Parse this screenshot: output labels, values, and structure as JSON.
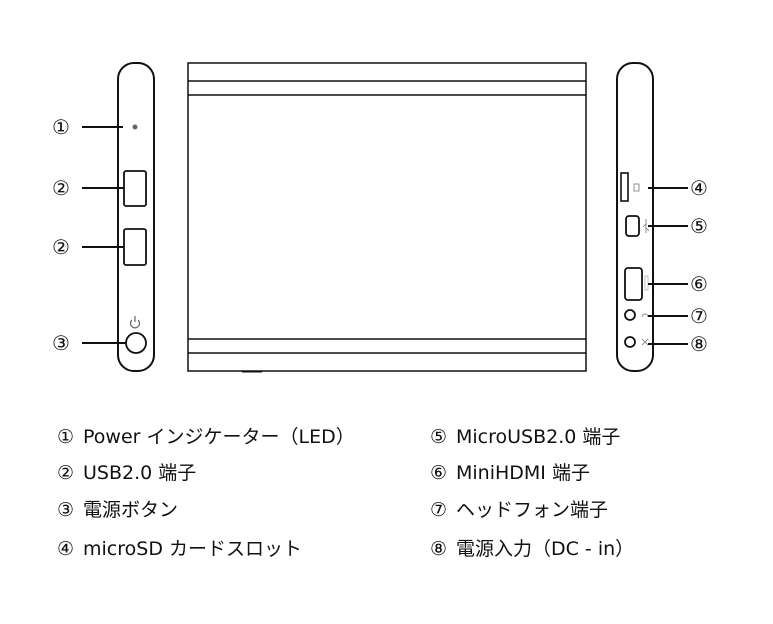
{
  "markers": {
    "m1": "①",
    "m2a": "②",
    "m2b": "②",
    "m3": "③",
    "m4": "④",
    "m5": "⑤",
    "m6": "⑥",
    "m7": "⑦",
    "m8": "⑧"
  },
  "legend": [
    {
      "num": "①",
      "text": "Power インジケーター（LED）"
    },
    {
      "num": "②",
      "text": "USB2.0 端子"
    },
    {
      "num": "③",
      "text": "電源ボタン"
    },
    {
      "num": "④",
      "text": "microSD カードスロット"
    },
    {
      "num": "⑤",
      "text": "MicroUSB2.0 端子"
    },
    {
      "num": "⑥",
      "text": "MiniHDMI 端子"
    },
    {
      "num": "⑦",
      "text": "ヘッドフォン端子"
    },
    {
      "num": "⑧",
      "text": "電源入力（DC - in）"
    }
  ]
}
